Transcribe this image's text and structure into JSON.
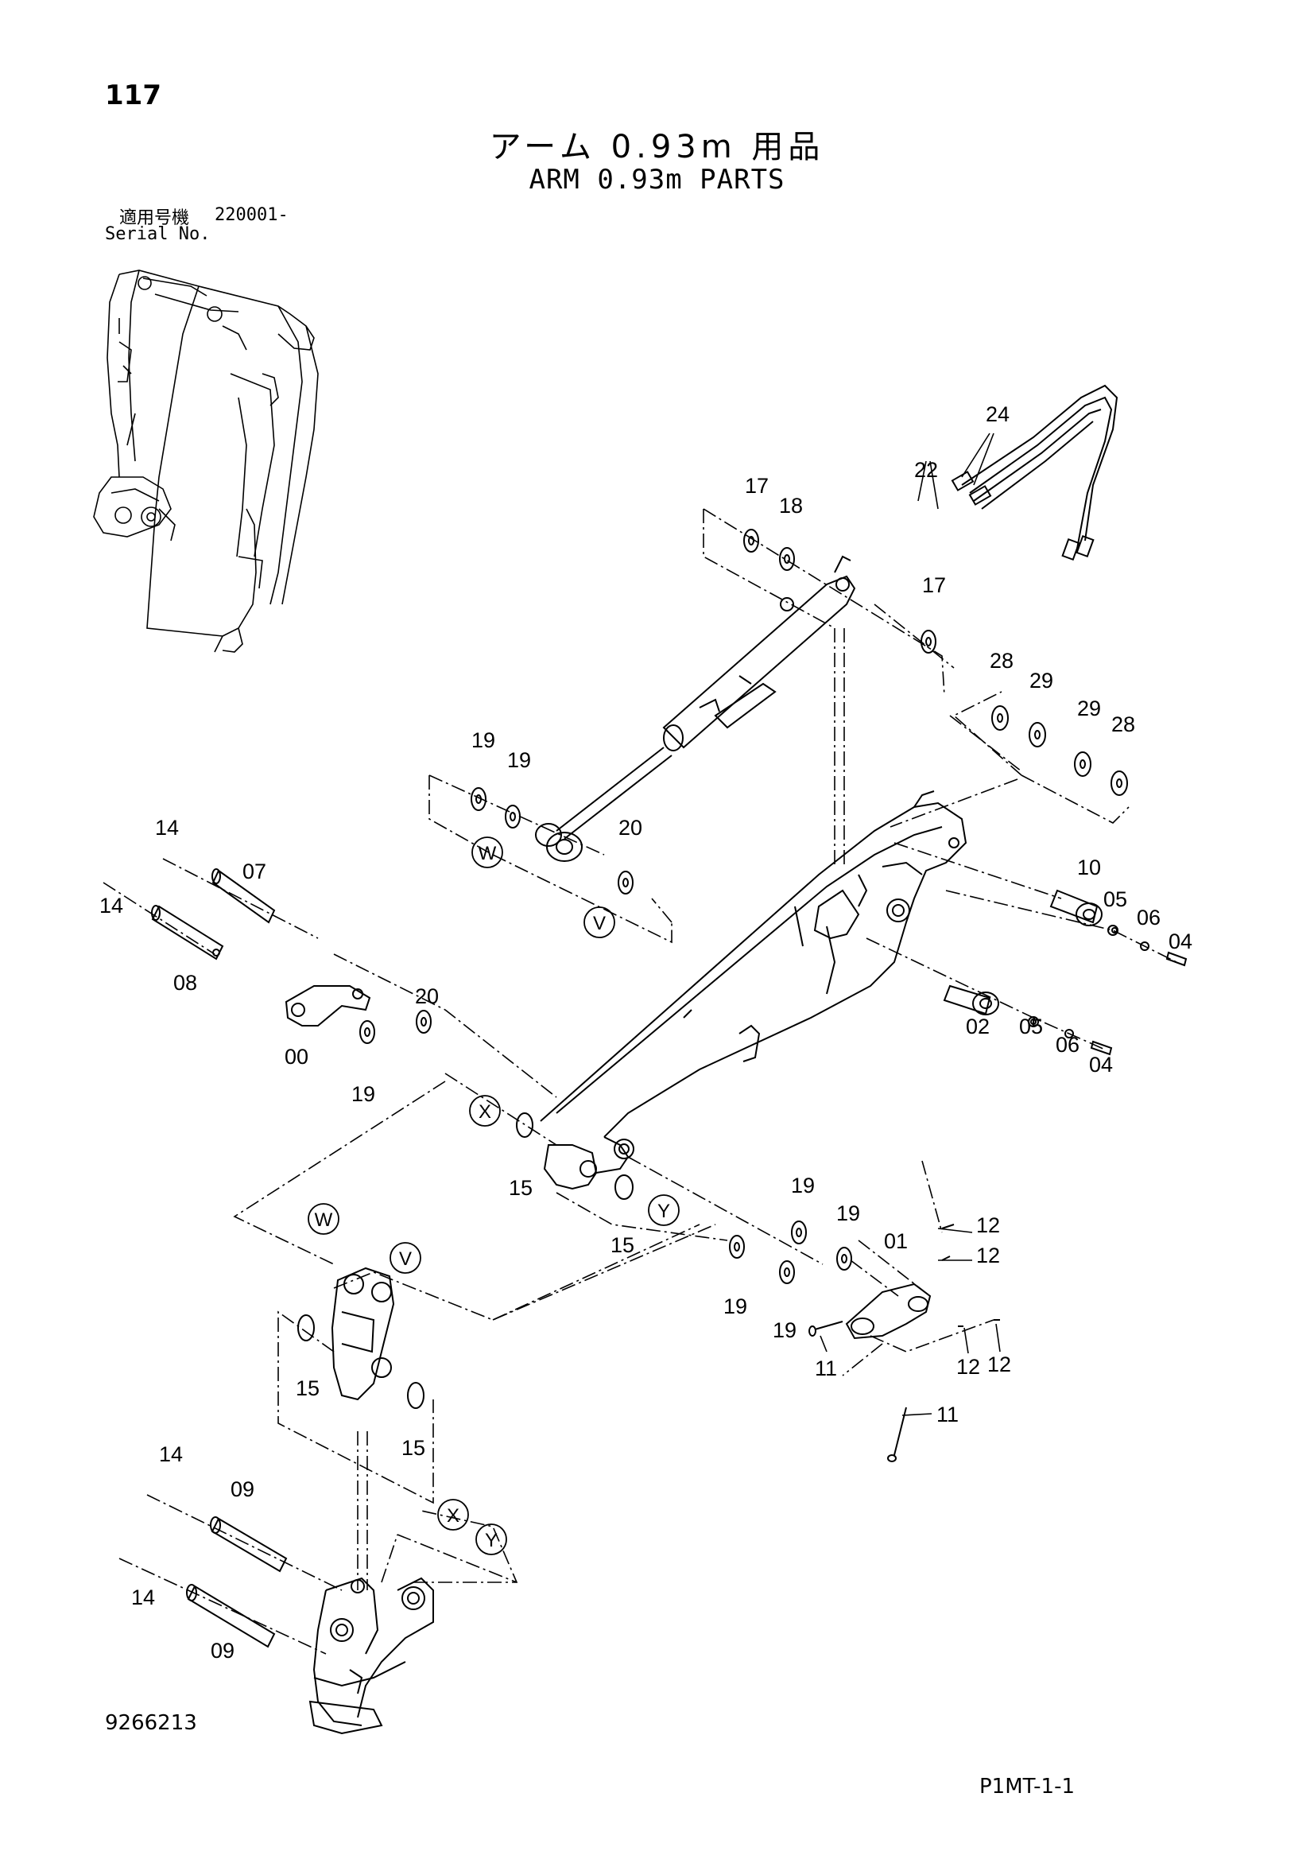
{
  "header": {
    "page_number": "117",
    "title_jp": "アーム 0.93m 用品",
    "title_en": "ARM 0.93m PARTS",
    "serial_label_jp": "適用号機",
    "serial_code": "220001-",
    "serial_label_en": "Serial No."
  },
  "footer": {
    "diagram_number": "9266213",
    "page_code": "P1MT-1-1"
  },
  "parts": [
    {
      "id": "p24",
      "label": "24"
    },
    {
      "id": "p22",
      "label": "22"
    },
    {
      "id": "p17a",
      "label": "17"
    },
    {
      "id": "p18",
      "label": "18"
    },
    {
      "id": "p17b",
      "label": "17"
    },
    {
      "id": "p28a",
      "label": "28"
    },
    {
      "id": "p29a",
      "label": "29"
    },
    {
      "id": "p29b",
      "label": "29"
    },
    {
      "id": "p28b",
      "label": "28"
    },
    {
      "id": "p19a",
      "label": "19"
    },
    {
      "id": "p19b",
      "label": "19"
    },
    {
      "id": "p20a",
      "label": "20"
    },
    {
      "id": "p14a",
      "label": "14"
    },
    {
      "id": "p07",
      "label": "07"
    },
    {
      "id": "p14b",
      "label": "14"
    },
    {
      "id": "p08",
      "label": "08"
    },
    {
      "id": "p20b",
      "label": "20"
    },
    {
      "id": "p00",
      "label": "00"
    },
    {
      "id": "p19c",
      "label": "19"
    },
    {
      "id": "p10",
      "label": "10"
    },
    {
      "id": "p05a",
      "label": "05"
    },
    {
      "id": "p06a",
      "label": "06"
    },
    {
      "id": "p04a",
      "label": "04"
    },
    {
      "id": "p02",
      "label": "02"
    },
    {
      "id": "p05b",
      "label": "05"
    },
    {
      "id": "p06b",
      "label": "06"
    },
    {
      "id": "p04b",
      "label": "04"
    },
    {
      "id": "p15a",
      "label": "15"
    },
    {
      "id": "p15b",
      "label": "15"
    },
    {
      "id": "p19d",
      "label": "19"
    },
    {
      "id": "p19e",
      "label": "19"
    },
    {
      "id": "p01",
      "label": "01"
    },
    {
      "id": "p12a",
      "label": "12"
    },
    {
      "id": "p12b",
      "label": "12"
    },
    {
      "id": "p19f",
      "label": "19"
    },
    {
      "id": "p19g",
      "label": "19"
    },
    {
      "id": "p11a",
      "label": "11"
    },
    {
      "id": "p12c",
      "label": "12"
    },
    {
      "id": "p12d",
      "label": "12"
    },
    {
      "id": "p11b",
      "label": "11"
    },
    {
      "id": "p15c",
      "label": "15"
    },
    {
      "id": "p15d",
      "label": "15"
    },
    {
      "id": "p14c",
      "label": "14"
    },
    {
      "id": "p09a",
      "label": "09"
    },
    {
      "id": "p14d",
      "label": "14"
    },
    {
      "id": "p09b",
      "label": "09"
    }
  ],
  "refs": [
    {
      "id": "rW1",
      "label": "W"
    },
    {
      "id": "rV1",
      "label": "V"
    },
    {
      "id": "rX1",
      "label": "X"
    },
    {
      "id": "rY1",
      "label": "Y"
    },
    {
      "id": "rW2",
      "label": "W"
    },
    {
      "id": "rV2",
      "label": "V"
    },
    {
      "id": "rX2",
      "label": "X"
    },
    {
      "id": "rY2",
      "label": "Y"
    }
  ]
}
